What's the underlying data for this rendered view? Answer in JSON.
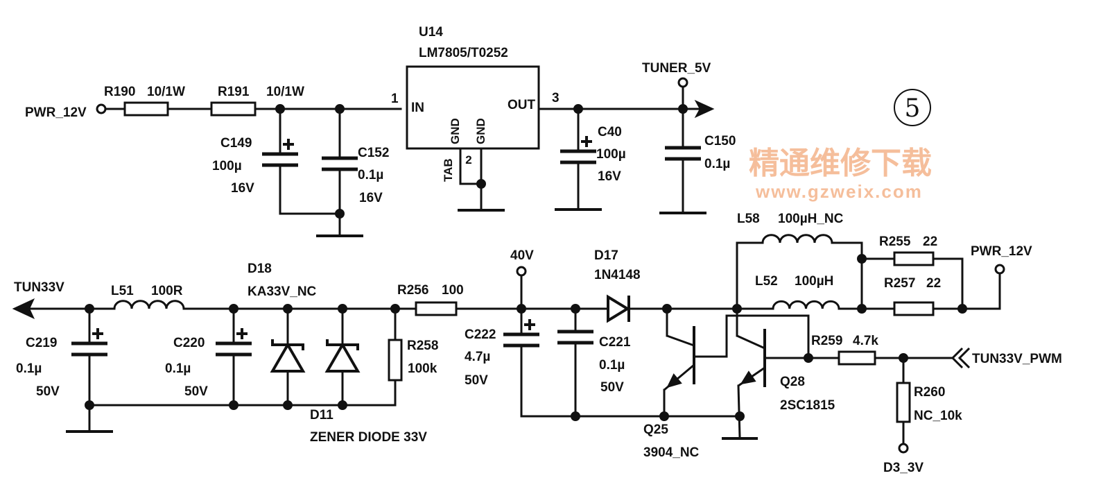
{
  "diagram": {
    "title": "Tuner power supply schematic",
    "sheet_marker": "5",
    "watermark": {
      "line1": "精通维修下载",
      "line2": "www.gzweix.com",
      "color": "#f4b38a"
    },
    "nets": {
      "pwr12v_in": "PWR_12V",
      "tuner_5v": "TUNER_5V",
      "pwr12v_right": "PWR_12V",
      "tun33v": "TUN33V",
      "v40": "40V",
      "tun33v_pwm": "TUN33V_PWM",
      "d3_3v": "D3_3V"
    },
    "regulator": {
      "ref": "U14",
      "part": "LM7805/T0252",
      "pin_in_label": "IN",
      "pin_out_label": "OUT",
      "pin_gnd_label_1": "GND",
      "pin_gnd_label_2": "GND",
      "pin_in_num": "1",
      "pin_out_num": "3",
      "pin_gnd_num": "2",
      "tab_label": "TAB"
    },
    "resistors": {
      "R190": {
        "ref": "R190",
        "value": "10/1W"
      },
      "R191": {
        "ref": "R191",
        "value": "10/1W"
      },
      "R255": {
        "ref": "R255",
        "value": "22"
      },
      "R257": {
        "ref": "R257",
        "value": "22"
      },
      "R256": {
        "ref": "R256",
        "value": "100"
      },
      "R258": {
        "ref": "R258",
        "value": "100k"
      },
      "R259": {
        "ref": "R259",
        "value": "4.7k"
      },
      "R260": {
        "ref": "R260",
        "value": "NC_10k"
      }
    },
    "capacitors": {
      "C149": {
        "ref": "C149",
        "value": "100µ",
        "voltage": "16V"
      },
      "C152": {
        "ref": "C152",
        "value": "0.1µ",
        "voltage": "16V"
      },
      "C40": {
        "ref": "C40",
        "value": "100µ",
        "voltage": "16V"
      },
      "C150": {
        "ref": "C150",
        "value": "0.1µ"
      },
      "C219": {
        "ref": "C219",
        "value": "0.1µ",
        "voltage": "50V"
      },
      "C220": {
        "ref": "C220",
        "value": "0.1µ",
        "voltage": "50V"
      },
      "C222": {
        "ref": "C222",
        "value": "4.7µ",
        "voltage": "50V"
      },
      "C221": {
        "ref": "C221",
        "value": "0.1µ",
        "voltage": "50V"
      }
    },
    "inductors": {
      "L51": {
        "ref": "L51",
        "value": "100R"
      },
      "L58": {
        "ref": "L58",
        "value": "100µH_NC"
      },
      "L52": {
        "ref": "L52",
        "value": "100µH"
      }
    },
    "diodes": {
      "D18": {
        "ref": "D18",
        "value": "KA33V_NC"
      },
      "D11": {
        "ref": "D11",
        "value": "ZENER DIODE 33V"
      },
      "D17": {
        "ref": "D17",
        "value": "1N4148"
      }
    },
    "transistors": {
      "Q25": {
        "ref": "Q25",
        "value": "3904_NC"
      },
      "Q28": {
        "ref": "Q28",
        "value": "2SC1815"
      }
    }
  }
}
